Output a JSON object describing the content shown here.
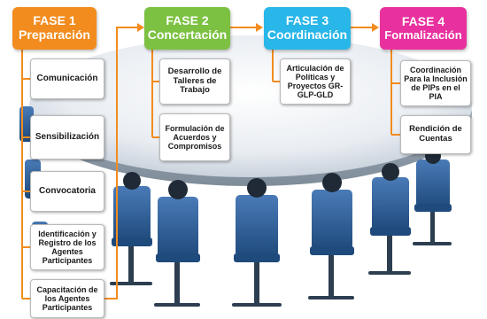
{
  "phases": [
    {
      "number": "FASE 1",
      "name": "Preparación",
      "color": "#f28c1e",
      "items": [
        "Comunicación",
        "Sensibilización",
        "Convocatoria",
        "Identificación y Registro de los Agentes Participantes",
        "Capacitación de los Agentes Participantes"
      ]
    },
    {
      "number": "FASE 2",
      "name": "Concertación",
      "color": "#7cc142",
      "items": [
        "Desarrollo de Talleres de Trabajo",
        "Formulación de Acuerdos y Compromisos"
      ]
    },
    {
      "number": "FASE 3",
      "name": "Coordinación",
      "color": "#29b6e8",
      "items": [
        "Articulación de Políticas y Proyectos GR-GLP-GLD"
      ]
    },
    {
      "number": "FASE 4",
      "name": "Formalización",
      "color": "#e8319e",
      "items": [
        "Coordinación Para la Inclusión de PIPs en el PIA",
        "Rendición de Cuentas"
      ]
    }
  ],
  "theme": {
    "connector_color": "#f28c1e",
    "table_color": "#e9edf2",
    "chair_color": "#2f5f97",
    "person_color": "#1f2a36"
  }
}
